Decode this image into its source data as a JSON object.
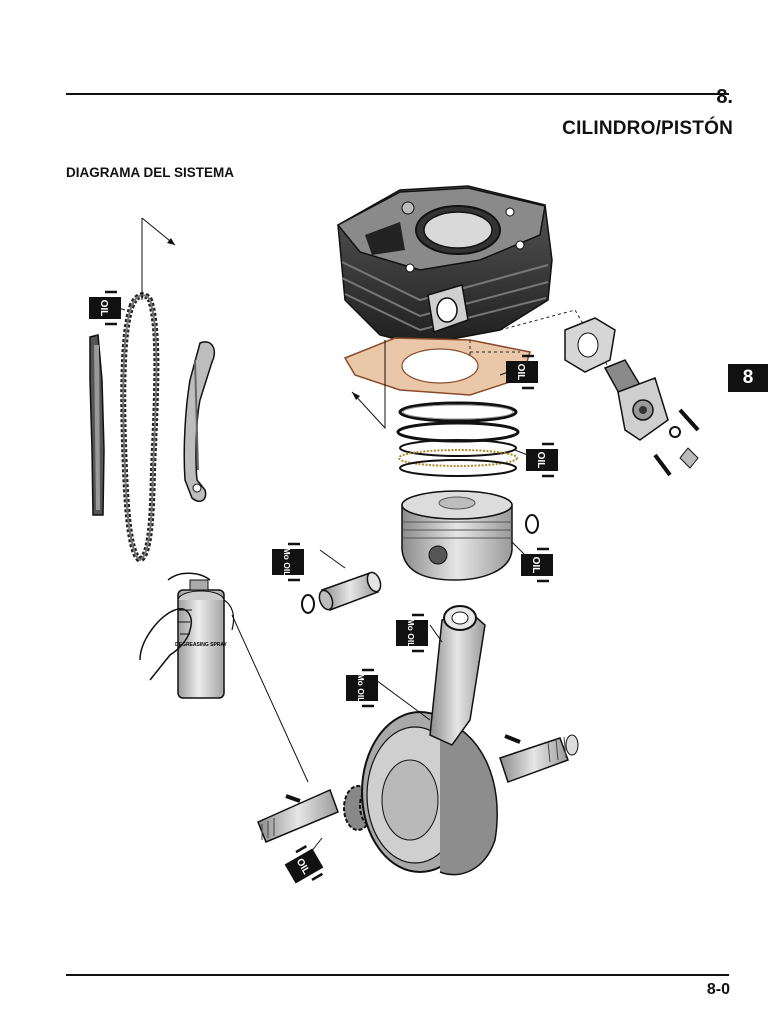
{
  "header": {
    "chapter_number": "8.",
    "chapter_title": "CILINDRO/PISTÓN"
  },
  "section_title": "DIAGRAMA DEL SISTEMA",
  "side_tab": "8",
  "labels": {
    "oil": "OIL",
    "mo_oil": "Mo OIL",
    "spray": "DEGREASING SPRAY"
  },
  "footer": {
    "page_number": "8-0"
  }
}
